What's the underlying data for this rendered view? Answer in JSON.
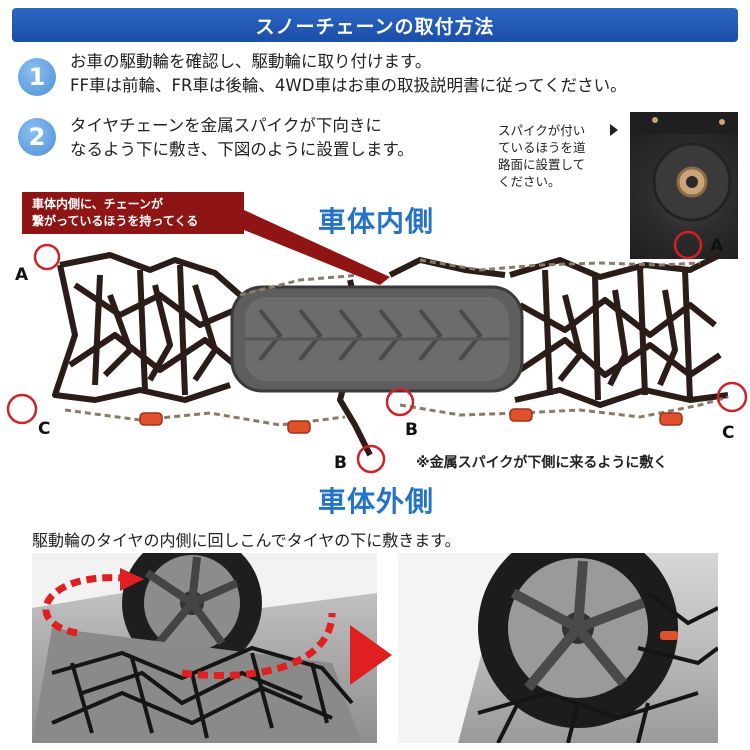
{
  "header": {
    "title": "スノーチェーンの取付方法"
  },
  "steps": [
    {
      "number": "1",
      "lines": [
        "お車の駆動輪を確認し、駆動輪に取り付けます。",
        "FF車は前輪、FR車は後輪、4WD車はお車の取扱説明書に従ってください。"
      ]
    },
    {
      "number": "2",
      "lines": [
        "タイヤチェーンを金属スパイクが下向きに",
        "なるよう下に敷き、下図のように設置します。"
      ]
    }
  ],
  "spike_note": {
    "lines": [
      "スパイクが付い",
      "ているほうを道",
      "路面に設置して",
      "ください。"
    ]
  },
  "callout": {
    "lines": [
      "車体内側に、チェーンが",
      "繋がっているほうを持ってくる"
    ]
  },
  "diagram": {
    "inner_label": "車体内側",
    "outer_label": "車体外側",
    "points": {
      "a": "A",
      "b": "B",
      "c": "C"
    },
    "spike_caption": "※金属スパイクが下側に来るように敷く"
  },
  "install": {
    "text": "駆動輪のタイヤの内側に回しこんでタイヤの下に敷きます。"
  },
  "colors": {
    "header_blue": "#1a4fa8",
    "accent_blue": "#2573c9",
    "callout_red": "#8f1515",
    "marker_red": "#d0202a"
  }
}
